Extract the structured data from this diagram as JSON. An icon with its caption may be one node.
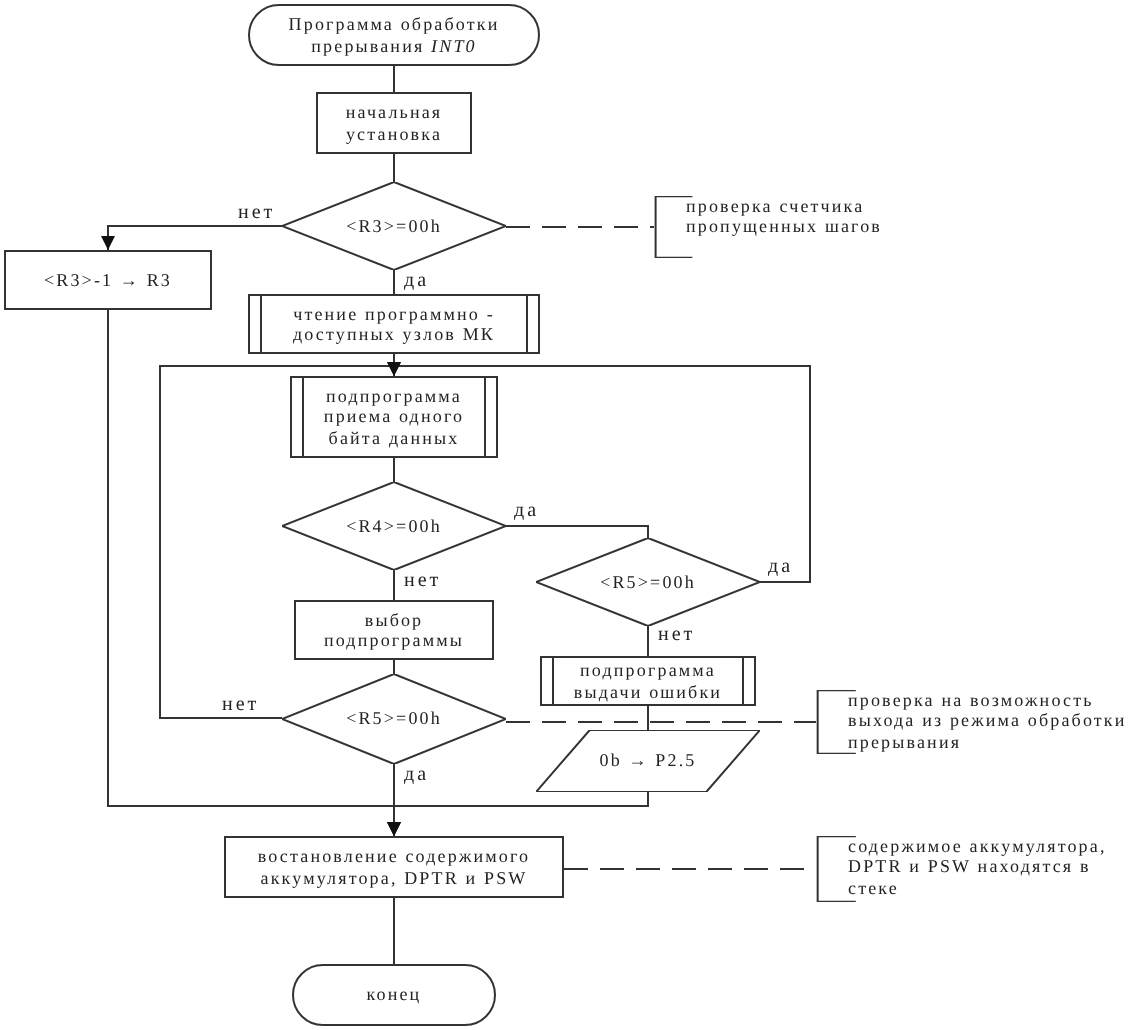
{
  "diagram": {
    "nodes": [
      {
        "text": [
          "Программа обработки прерывания *INT0*"
        ]
      },
      {
        "text": [
          "начальная установка"
        ]
      },
      {
        "text": [
          "<R3>=00h"
        ]
      },
      {
        "text": [
          "проверка счетчика пропущенных шагов"
        ]
      },
      {
        "text": [
          "<R3>-1 → R3"
        ]
      },
      {
        "text": [
          "чтение программно - доступных узлов МК"
        ]
      },
      {
        "text": [
          "подпрограмма приема одного байта данных"
        ]
      },
      {
        "text": [
          "<R4>=00h"
        ]
      },
      {
        "text": [
          "<R5>=00h"
        ]
      },
      {
        "text": [
          "выбор подпрограммы"
        ]
      },
      {
        "text": [
          "подпрограмма выдачи ошибки"
        ]
      },
      {
        "text": [
          "<R5>=00h"
        ]
      },
      {
        "text": [
          "проверка на возможность выхода из режима обработки прерывания"
        ]
      },
      {
        "text": [
          "0b → P2.5"
        ]
      },
      {
        "text": [
          "востановление содержимого аккумулятора, DPTR и PSW"
        ]
      },
      {
        "text": [
          "содержимое аккумулятора, DPTR и PSW находятся в стеке"
        ]
      },
      {
        "text": [
          "конец"
        ]
      }
    ],
    "edges": [
      {
        "from": 0,
        "to": 1,
        "arrow": "none"
      },
      {
        "from": 1,
        "to": 2,
        "arrow": "none"
      },
      {
        "from": 2,
        "to": 4,
        "arrow": "to",
        "label": "нет"
      },
      {
        "from": 2,
        "to": 3,
        "arrow": "none",
        "style": "dashed"
      },
      {
        "from": 2,
        "to": 5,
        "arrow": "none",
        "label": "да"
      },
      {
        "from": 4,
        "to": 14,
        "arrow": "to"
      },
      {
        "from": 5,
        "to": 6,
        "arrow": "none"
      },
      {
        "from": 6,
        "to": 7,
        "arrow": "none"
      },
      {
        "from": 7,
        "to": 8,
        "arrow": "none",
        "label": "да"
      },
      {
        "from": 7,
        "to": 9,
        "arrow": "none",
        "label": "нет"
      },
      {
        "from": 8,
        "to": 6,
        "arrow": "to",
        "label": "да"
      },
      {
        "from": 8,
        "to": 10,
        "arrow": "none",
        "label": "нет"
      },
      {
        "from": 9,
        "to": 11,
        "arrow": "none"
      },
      {
        "from": 10,
        "to": 13,
        "arrow": "none"
      },
      {
        "from": 11,
        "to": 6,
        "arrow": "to",
        "label": "нет"
      },
      {
        "from": 11,
        "to": 12,
        "arrow": "none",
        "style": "dashed"
      },
      {
        "from": 11,
        "to": 14,
        "arrow": "to",
        "label": "да"
      },
      {
        "from": 13,
        "to": 14,
        "arrow": "to"
      },
      {
        "from": 14,
        "to": 15,
        "arrow": "none",
        "style": "dashed"
      },
      {
        "from": 14,
        "to": 16,
        "arrow": "none"
      }
    ]
  }
}
